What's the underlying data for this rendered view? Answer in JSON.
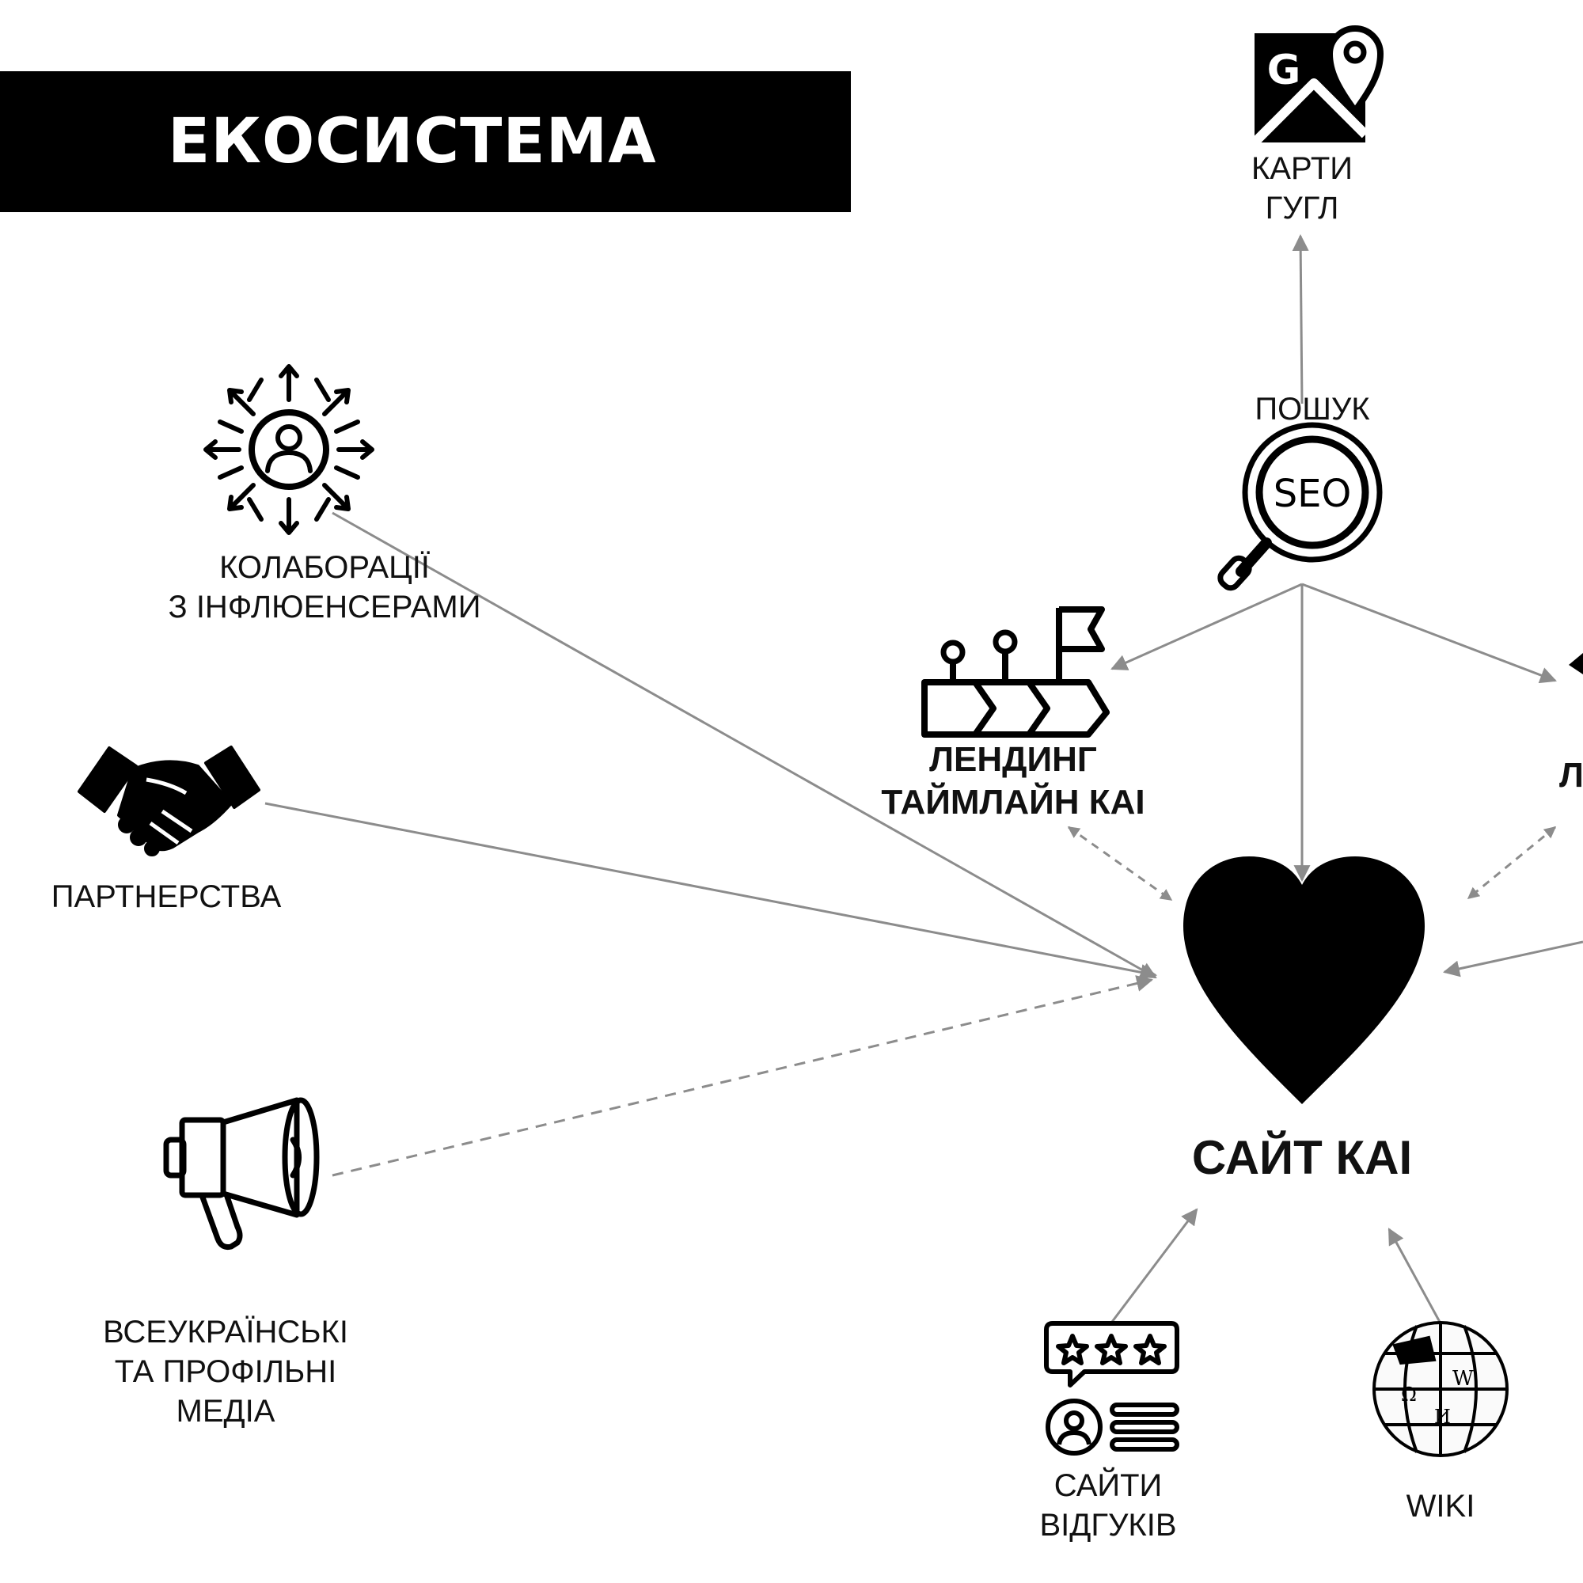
{
  "title": "ЕКОСИСТЕМА",
  "nodes": {
    "maps": {
      "label": "КАРТИ\nГУГЛ",
      "icon": "google-maps-icon"
    },
    "search": {
      "label": "ПОШУК",
      "icon": "seo-magnifier-icon",
      "icon_text": "SEO"
    },
    "collab": {
      "label": "КОЛАБОРАЦІЇ\nЗ ІНФЛЮЕНСЕРАМИ",
      "icon": "influencer-network-icon"
    },
    "landing": {
      "label": "ЛЕНДИНГ\nТАЙМЛАЙН КАІ",
      "icon": "timeline-flag-icon"
    },
    "partners": {
      "label": "ПАРТНЕРСТВА",
      "icon": "handshake-icon"
    },
    "site": {
      "label": "САЙТ КАІ",
      "icon": "heart-icon"
    },
    "media": {
      "label": "ВСЕУКРАЇНСЬКІ\nТА ПРОФІЛЬНІ\nМЕДІА",
      "icon": "megaphone-icon"
    },
    "reviews": {
      "label": "САЙТИ\nВІДГУКІВ",
      "icon": "reviews-icon"
    },
    "wiki": {
      "label": "WIKI",
      "icon": "wikipedia-globe-icon"
    },
    "right_partial": {
      "label": "Л"
    }
  },
  "colors": {
    "arrow": "#8c8c8c",
    "ink": "#000000",
    "background": "#ffffff"
  }
}
